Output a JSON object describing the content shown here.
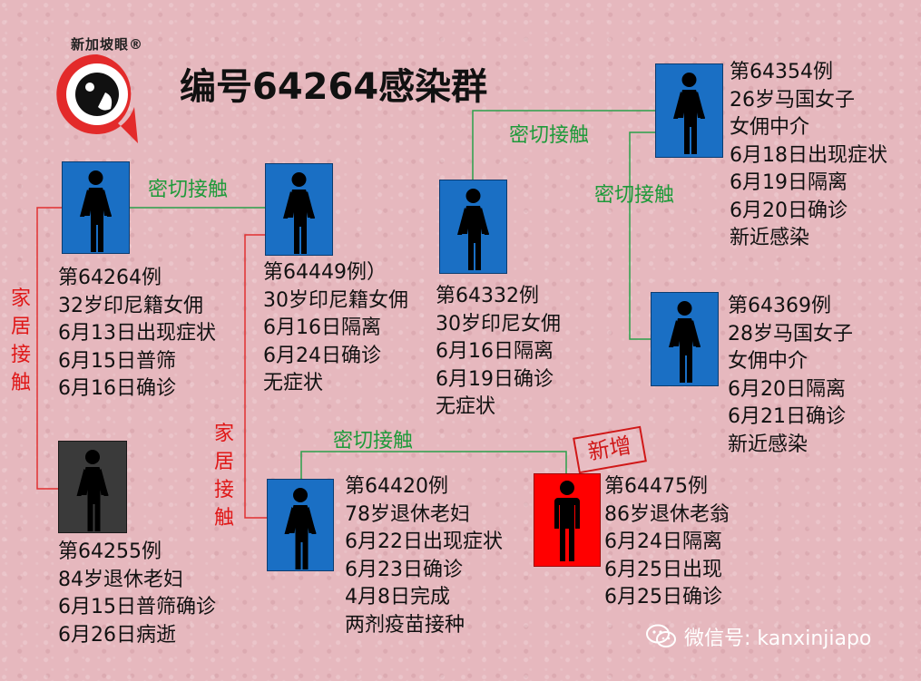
{
  "logo": {
    "text": "新加坡眼®"
  },
  "title": "编号64264感染群",
  "colors": {
    "blue": "#1a6fc4",
    "blue_dark": "#0f4f96",
    "dark": "#3a3a3a",
    "red": "#ff0000",
    "green_line": "#2aa04a",
    "red_line": "#e03030"
  },
  "relations": {
    "close_contact": "密切接触",
    "home_contact": "家居接触",
    "new_label": "新增"
  },
  "cases": [
    {
      "id": "c64264",
      "lines": [
        "第64264例",
        "32岁印尼籍女佣",
        "6月13日出现症状",
        "6月15日普筛",
        "6月16日确诊"
      ],
      "icon": "female-icon",
      "box": "blue"
    },
    {
      "id": "c64449",
      "lines": [
        "第64449例）",
        "30岁印尼籍女佣",
        "6月16日隔离",
        "6月24日确诊",
        "无症状"
      ],
      "icon": "female-icon",
      "box": "blue"
    },
    {
      "id": "c64332",
      "lines": [
        "第64332例",
        "30岁印尼女佣",
        "6月16日隔离",
        "6月19日确诊",
        "无症状"
      ],
      "icon": "female-icon",
      "box": "blue"
    },
    {
      "id": "c64354",
      "lines": [
        "第64354例",
        "26岁马国女子",
        "女佣中介",
        "6月18日出现症状",
        "6月19日隔离",
        "6月20日确诊",
        "新近感染"
      ],
      "icon": "female-icon",
      "box": "blue"
    },
    {
      "id": "c64369",
      "lines": [
        "第64369例",
        "28岁马国女子",
        "女佣中介",
        "6月20日隔离",
        "6月21日确诊",
        "新近感染"
      ],
      "icon": "female-icon",
      "box": "blue"
    },
    {
      "id": "c64255",
      "lines": [
        "第64255例",
        "84岁退休老妇",
        "6月15日普筛确诊",
        "6月26日病逝"
      ],
      "icon": "female-icon",
      "box": "dark"
    },
    {
      "id": "c64420",
      "lines": [
        "第64420例",
        "78岁退休老妇",
        "6月22日出现症状",
        "6月23日确诊",
        "4月8日完成",
        "两剂疫苗接种"
      ],
      "icon": "female-icon",
      "box": "blue"
    },
    {
      "id": "c64475",
      "lines": [
        "第64475例",
        "86岁退休老翁",
        "6月24日隔离",
        "6月25日出现",
        "6月25日确诊"
      ],
      "icon": "male-icon",
      "box": "red"
    }
  ],
  "watermark": {
    "text": "微信号: kanxinjiapo",
    "icon": "wechat-icon"
  }
}
